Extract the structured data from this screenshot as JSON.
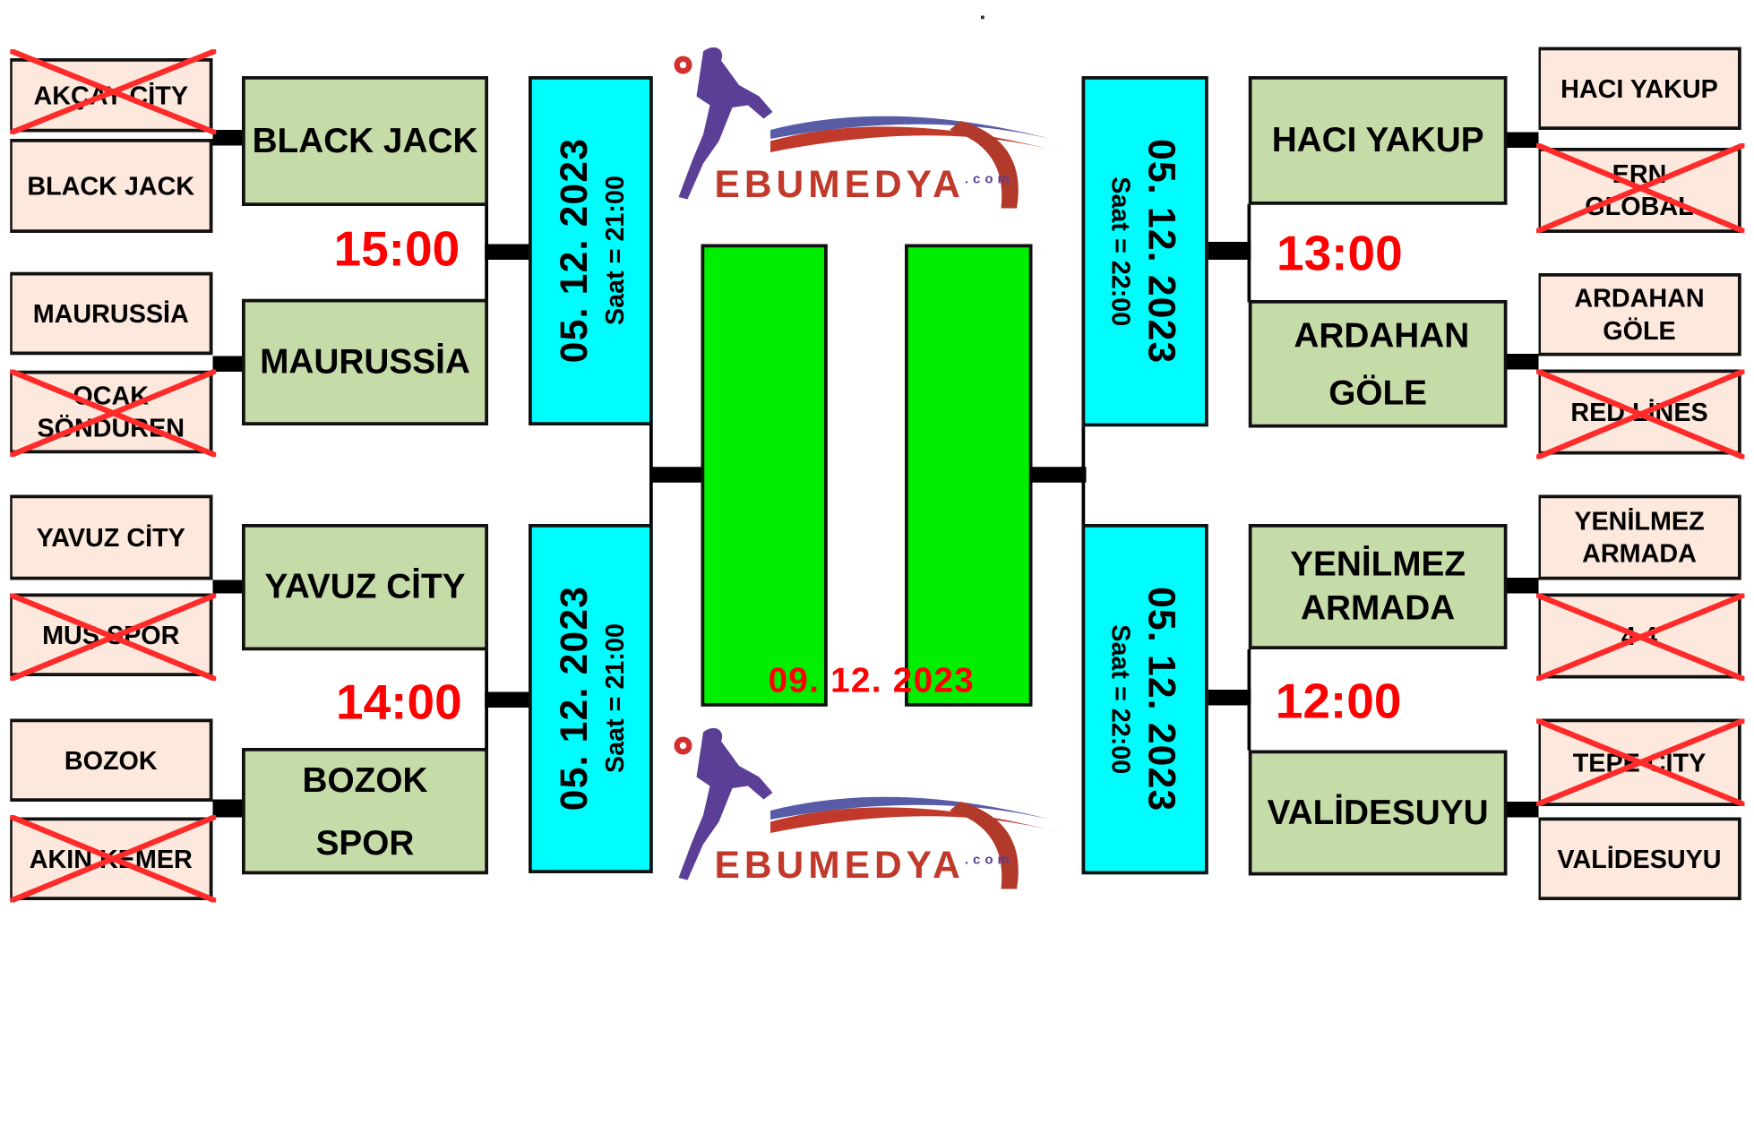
{
  "colors": {
    "round1_fill": "#fce8dc",
    "round2_fill": "#c5dba8",
    "schedule_fill": "#00fdfd",
    "final_fill": "#00ee00",
    "time_text": "#ff0000",
    "eliminated_cross": "#ff2b2b"
  },
  "left_round1": [
    {
      "name": "AKÇAY CİTY",
      "eliminated": true
    },
    {
      "name": "BLACK JACK",
      "eliminated": false
    },
    {
      "name": "MAURUSSİA",
      "eliminated": false
    },
    {
      "name": "OCAK SÖNDÜREN",
      "eliminated": true
    },
    {
      "name": "YAVUZ CİTY",
      "eliminated": false
    },
    {
      "name": "MUŞ SPOR",
      "eliminated": true
    },
    {
      "name": "BOZOK",
      "eliminated": false
    },
    {
      "name": "AKIN KEMER",
      "eliminated": true
    }
  ],
  "right_round1": [
    {
      "name": "HACI YAKUP",
      "eliminated": false
    },
    {
      "name": "ERN GLOBAL",
      "eliminated": true
    },
    {
      "name": "ARDAHAN GÖLE",
      "eliminated": false
    },
    {
      "name": "RED LİNES",
      "eliminated": true
    },
    {
      "name": "YENİLMEZ ARMADA",
      "eliminated": false
    },
    {
      "name": "4 4",
      "eliminated": true
    },
    {
      "name": "TEPE CİTY",
      "eliminated": true
    },
    {
      "name": "VALİDESUYU",
      "eliminated": false
    }
  ],
  "left_round2": [
    "BLACK JACK",
    "MAURUSSİA",
    "YAVUZ CİTY",
    "BOZOK SPOR"
  ],
  "right_round2": [
    "HACI YAKUP",
    "ARDAHAN GÖLE",
    "YENİLMEZ ARMADA",
    "VALİDESUYU"
  ],
  "match_times": {
    "left_top": "15:00",
    "left_bottom": "14:00",
    "right_top": "13:00",
    "right_bottom": "12:00"
  },
  "semifinal_schedule": [
    {
      "date": "05. 12. 2023",
      "time": "Saat = 21:00"
    },
    {
      "date": "05. 12. 2023",
      "time": "Saat = 21:00"
    },
    {
      "date": "05. 12. 2023",
      "time": "Saat = 22:00"
    },
    {
      "date": "05. 12. 2023",
      "time": "Saat = 22:00"
    }
  ],
  "final_date": "09. 12. 2023",
  "logo": {
    "icon": "footballer-kick-icon",
    "text": "EBUMEDYA",
    "suffix": ".com"
  }
}
